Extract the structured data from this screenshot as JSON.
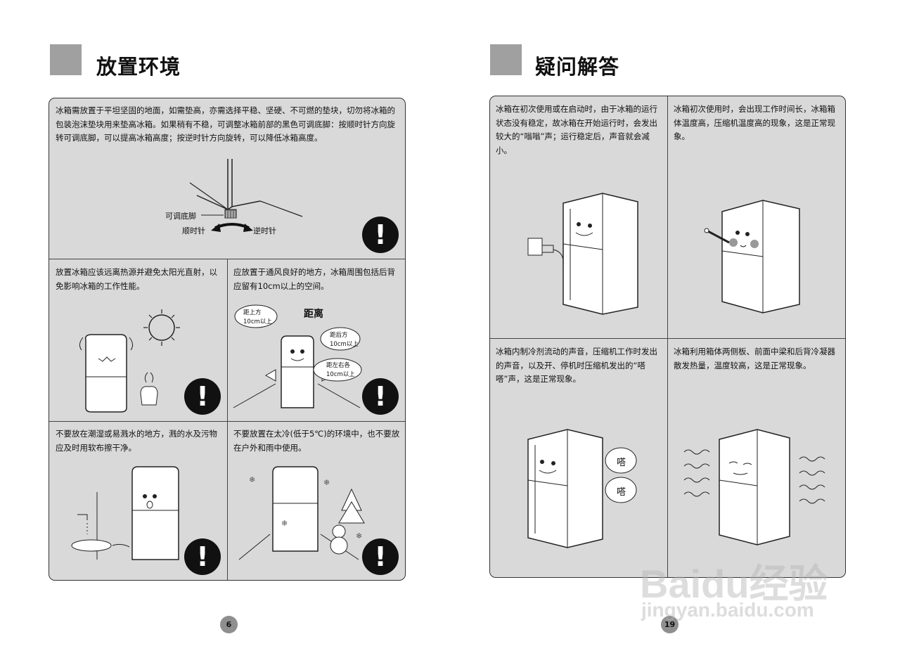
{
  "left_page": {
    "title": "放置环境",
    "top_panel": {
      "text": "冰箱需放置于平坦坚固的地面，如需垫高，亦需选择平稳、坚硬、不可燃的垫块，切勿将冰箱的包装泡沫垫块用来垫高冰箱。如果稍有不稳，可调整冰箱前部的黑色可调底脚：按顺时针方向旋转可调底脚，可以提高冰箱高度；按逆时针方向旋转，可以降低冰箱高度。",
      "labels": {
        "foot": "可调底脚",
        "clockwise": "顺时针",
        "counter": "逆时针"
      }
    },
    "mid_left_text": "放置冰箱应该远离热源并避免太阳光直射，以免影响冰箱的工作性能。",
    "mid_right": {
      "text": "应放置于通风良好的地方，冰箱周围包括后背应留有10cm以上的空间。",
      "distance": "距离",
      "bubble_top": [
        "距上方",
        "10cm以上"
      ],
      "bubble_back": [
        "距后方",
        "10cm以上"
      ],
      "bubble_side": [
        "距左右各",
        "10cm以上"
      ]
    },
    "bottom_left_text": "不要放在潮湿或易溅水的地方，溅的水及污物应及时用软布擦干净。",
    "bottom_right_text": "不要放置在太冷(低于5℃)的环境中，也不要放在户外和雨中使用。",
    "warn_symbol": "!",
    "page_number": "6"
  },
  "right_page": {
    "title": "疑问解答",
    "cells": [
      {
        "text": "冰箱在初次使用或在启动时，由于冰箱的运行状态没有稳定，故冰箱在开始运行时，会发出较大的“嗡嗡”声；运行稳定后，声音就会减小。"
      },
      {
        "text": "冰箱初次使用时，会出现工作时间长，冰箱箱体温度高，压缩机温度高的现象，这是正常现象。"
      },
      {
        "text": "冰箱内制冷剂流动的声音，压缩机工作时发出的声音，以及开、停机时压缩机发出的“嗒嗒”声，这是正常现象。",
        "sound1": "嗒",
        "sound2": "嗒"
      },
      {
        "text": "冰箱利用箱体两侧板、前面中梁和后背冷凝器散发热量，温度较高，这是正常现象。"
      }
    ],
    "page_number": "19"
  },
  "watermark": {
    "brand": "Baidu经验",
    "url": "jingyan.baidu.com"
  }
}
